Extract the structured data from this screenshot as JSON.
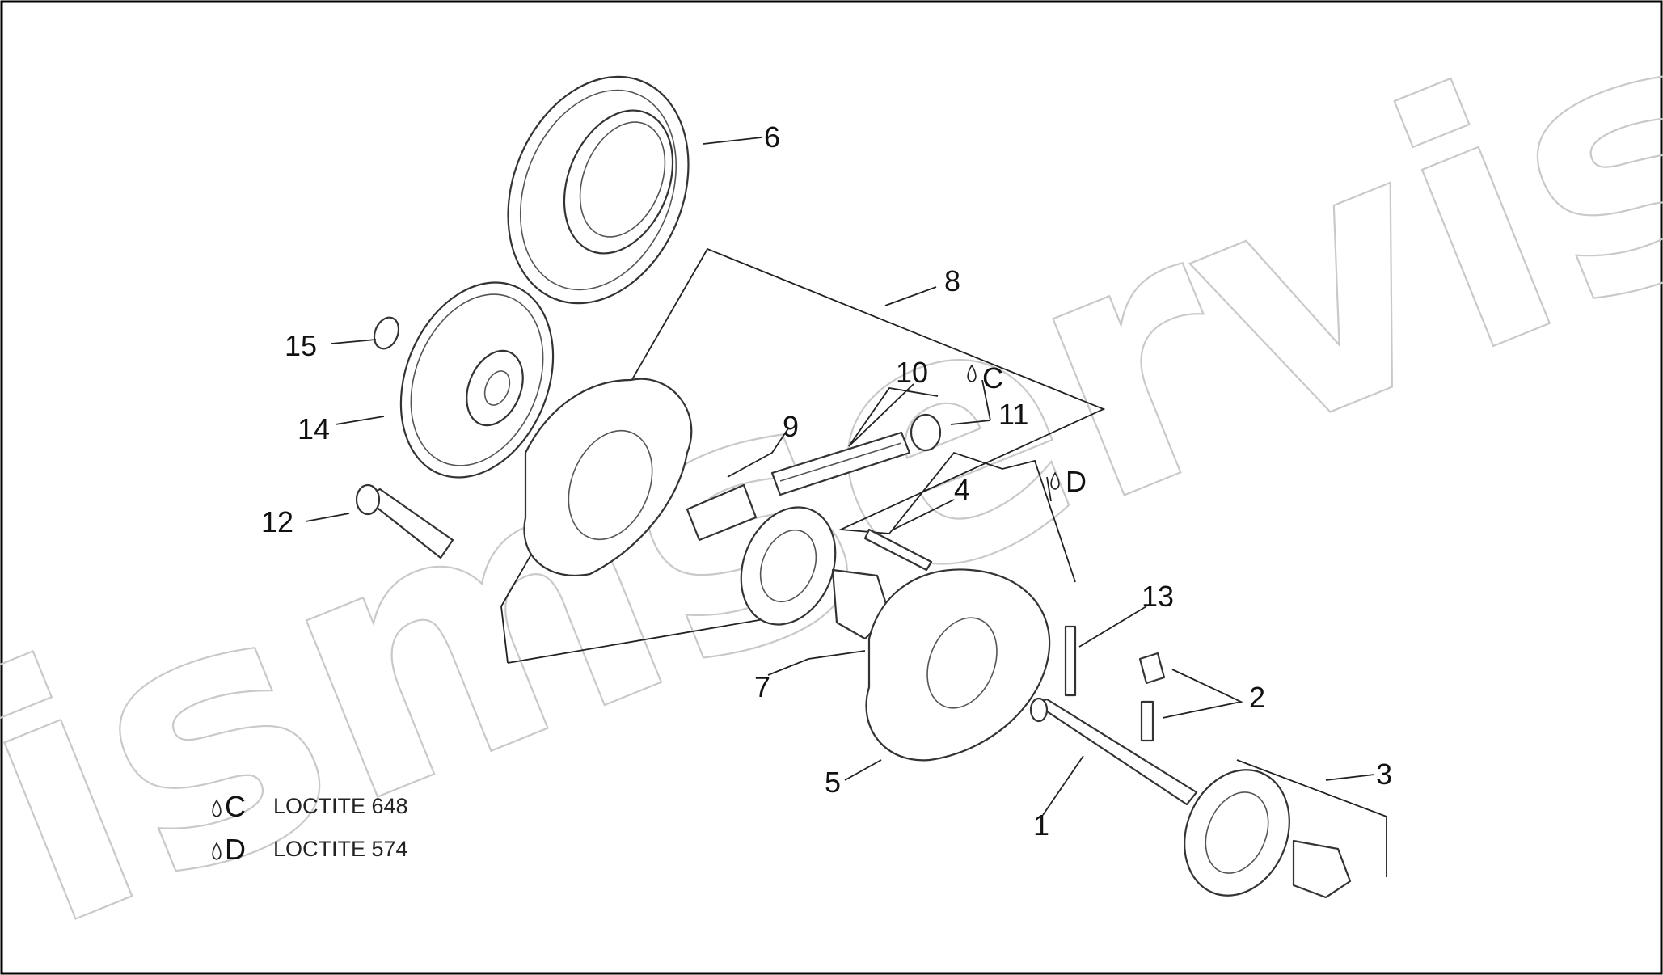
{
  "callouts": [
    {
      "id": "c1",
      "label": "1"
    },
    {
      "id": "c2",
      "label": "2"
    },
    {
      "id": "c3",
      "label": "3"
    },
    {
      "id": "c4",
      "label": "4"
    },
    {
      "id": "c5",
      "label": "5"
    },
    {
      "id": "c6",
      "label": "6"
    },
    {
      "id": "c7",
      "label": "7"
    },
    {
      "id": "c8",
      "label": "8"
    },
    {
      "id": "c9",
      "label": "9"
    },
    {
      "id": "c10",
      "label": "10"
    },
    {
      "id": "c11",
      "label": "11"
    },
    {
      "id": "c12",
      "label": "12"
    },
    {
      "id": "c13",
      "label": "13"
    },
    {
      "id": "c14",
      "label": "14"
    },
    {
      "id": "c15",
      "label": "15"
    }
  ],
  "markers": {
    "c": "C",
    "d": "D"
  },
  "legend": [
    {
      "letter": "C",
      "text": "LOCTITE 648"
    },
    {
      "letter": "D",
      "text": "LOCTITE 574"
    }
  ],
  "watermark": "ismservis.pl"
}
